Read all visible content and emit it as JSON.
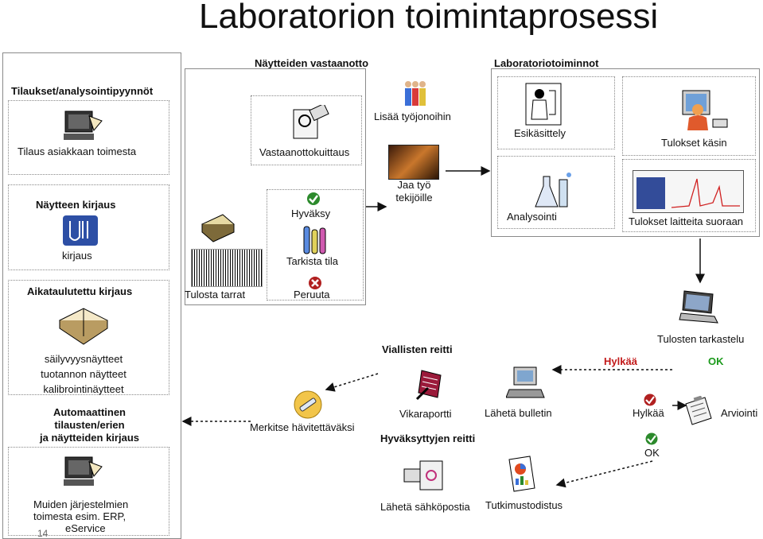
{
  "title": "Laboratorion toimintaprosessi",
  "sections": {
    "reception": "Näytteiden vastaanotto",
    "lab": "Laboratoriotoiminnot"
  },
  "left": {
    "orders": "Tilaukset/analysointipyynnöt",
    "customer_order": "Tilaus asiakkaan toimesta",
    "sample_entry": "Näytteen kirjaus",
    "entry": "kirjaus",
    "scheduled": "Aikataulutettu kirjaus",
    "sample_types": [
      "säilyvyysnäytteet",
      "tuotannon näytteet",
      "kalibrointinäytteet"
    ],
    "automatic": [
      "Automaattinen",
      "tilausten/erien",
      "ja näytteiden kirjaus"
    ],
    "other_systems": [
      "Muiden järjestelmien",
      "toimesta esim. ERP,",
      "eService"
    ]
  },
  "reception": {
    "receipt": "Vastaanottokuittaus",
    "approve": "Hyväksy",
    "check_status": "Tarkista tila",
    "print_labels": "Tulosta tarrat",
    "cancel": "Peruuta",
    "mark_expired": "Merkitse hävitettäväksi"
  },
  "workflow": {
    "add_queue": "Lisää työjonoihin",
    "distribute": [
      "Jaa työ",
      "tekijöille"
    ]
  },
  "lab": {
    "pretreatment": "Esikäsittely",
    "analysis": "Analysointi",
    "manual_results": "Tulokset käsin",
    "instrument_results": "Tulokset laitteita suoraan"
  },
  "review": {
    "title": "Tulosten tarkastelu",
    "reject_red": "Hylkää",
    "ok_green": "OK",
    "reject": "Hylkää",
    "ok": "OK",
    "evaluation": "Arviointi"
  },
  "paths": {
    "faulty": "Viallisten reitti",
    "approved": "Hyväksyttyjen reitti",
    "deviation": "Vikaraportti",
    "send_bulletin": "Lähetä bulletin",
    "send_email": "Lähetä sähköpostia",
    "research_record": "Tutkimustodistus"
  },
  "page_number": "14",
  "colors": {
    "red": "#c21a1a",
    "green": "#1b9a1b",
    "box_border": "#8a8a8a"
  }
}
